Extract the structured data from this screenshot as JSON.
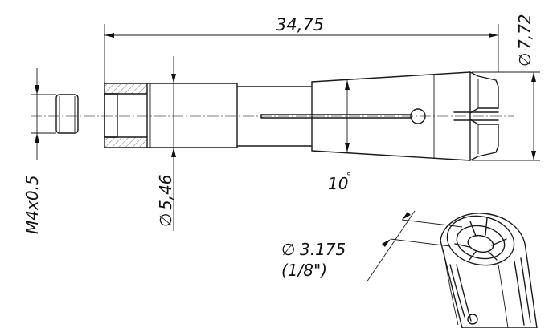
{
  "dimensions": {
    "overall_length": "34,75",
    "outer_diameter": "7,72",
    "shank_diameter": "5,46",
    "thread": "M4x0.5",
    "taper_angle": "10",
    "taper_angle_unit": "°",
    "bore_diameter": "3.175",
    "bore_diameter_inch": "(1/8\")"
  },
  "symbols": {
    "diameter": "∅"
  },
  "colors": {
    "line": "#1a1a1a",
    "background": "#ffffff"
  }
}
